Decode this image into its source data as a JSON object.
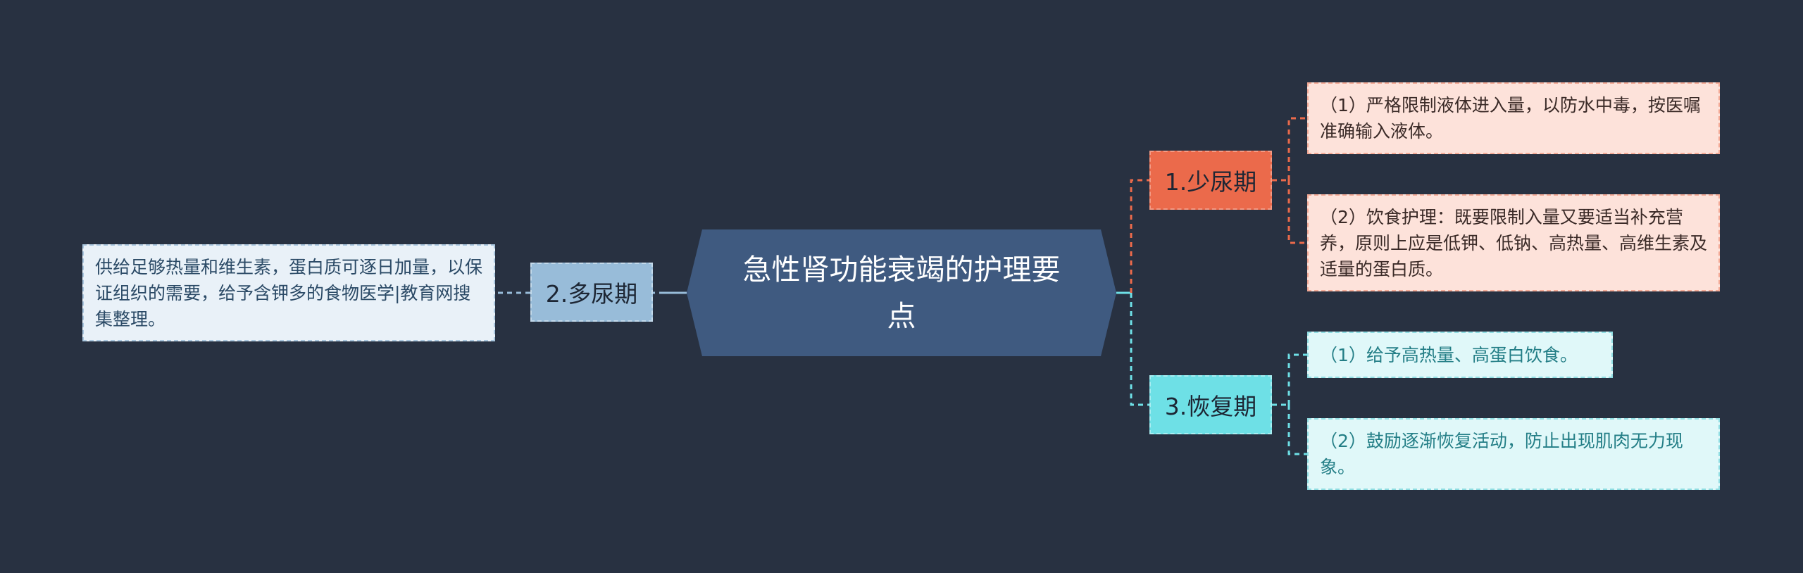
{
  "central": {
    "title": "急性肾功能衰竭的护理要点"
  },
  "branches": [
    {
      "label": "1.少尿期",
      "color": "#eb6a4b",
      "items": [
        "（1）严格限制液体进入量，以防水中毒，按医嘱准确输入液体。",
        "（2）饮食护理：既要限制入量又要适当补充营养，原则上应是低钾、低钠、高热量、高维生素及适量的蛋白质。"
      ]
    },
    {
      "label": "2.多尿期",
      "color": "#98bcd9",
      "items": [
        "供给足够热量和维生素，蛋白质可逐日加量，以保证组织的需要，给予含钾多的食物医学|教育网搜集整理。"
      ]
    },
    {
      "label": "3.恢复期",
      "color": "#6ee0e6",
      "items": [
        "（1）给予高热量、高蛋白饮食。",
        "（2）鼓励逐渐恢复活动，防止出现肌肉无力现象。"
      ]
    }
  ]
}
